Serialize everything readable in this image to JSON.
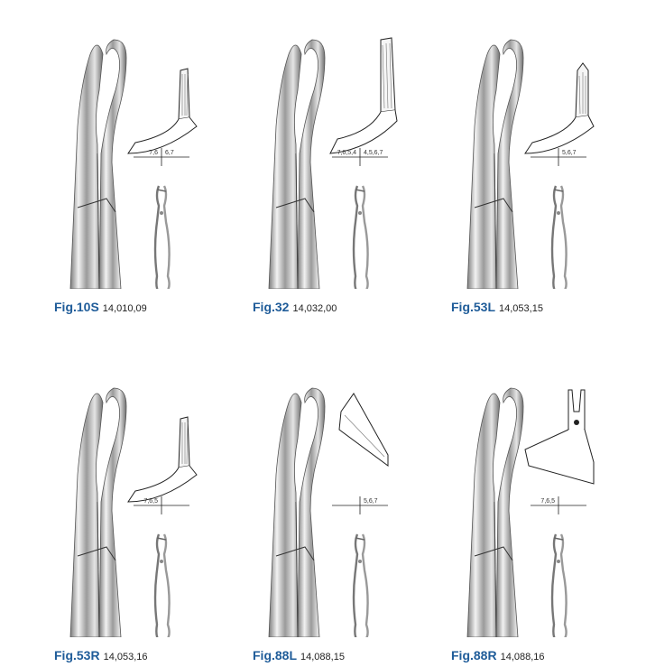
{
  "figures": [
    {
      "fig": "Fig.10S",
      "code": "14,010,09",
      "scale_left": "7,6",
      "scale_right": "6,7",
      "tip": "straight"
    },
    {
      "fig": "Fig.32",
      "code": "14,032,00",
      "scale_left": "7,6,5,4",
      "scale_right": "4,5,6,7",
      "tip": "pointed"
    },
    {
      "fig": "Fig.53L",
      "code": "14,053,15",
      "scale_left": "",
      "scale_right": "5,6,7",
      "tip": "beak"
    },
    {
      "fig": "Fig.53R",
      "code": "14,053,16",
      "scale_left": "7,6,5",
      "scale_right": "",
      "tip": "straight"
    },
    {
      "fig": "Fig.88L",
      "code": "14,088,15",
      "scale_left": "",
      "scale_right": "5,6,7",
      "tip": "cow-horn"
    },
    {
      "fig": "Fig.88R",
      "code": "14,088,16",
      "scale_left": "7,6,5",
      "scale_right": "",
      "tip": "forked"
    }
  ],
  "colors": {
    "caption": "#1f5c99",
    "metal_light": "#e9e9e9",
    "metal_dark": "#8a8a8a"
  }
}
